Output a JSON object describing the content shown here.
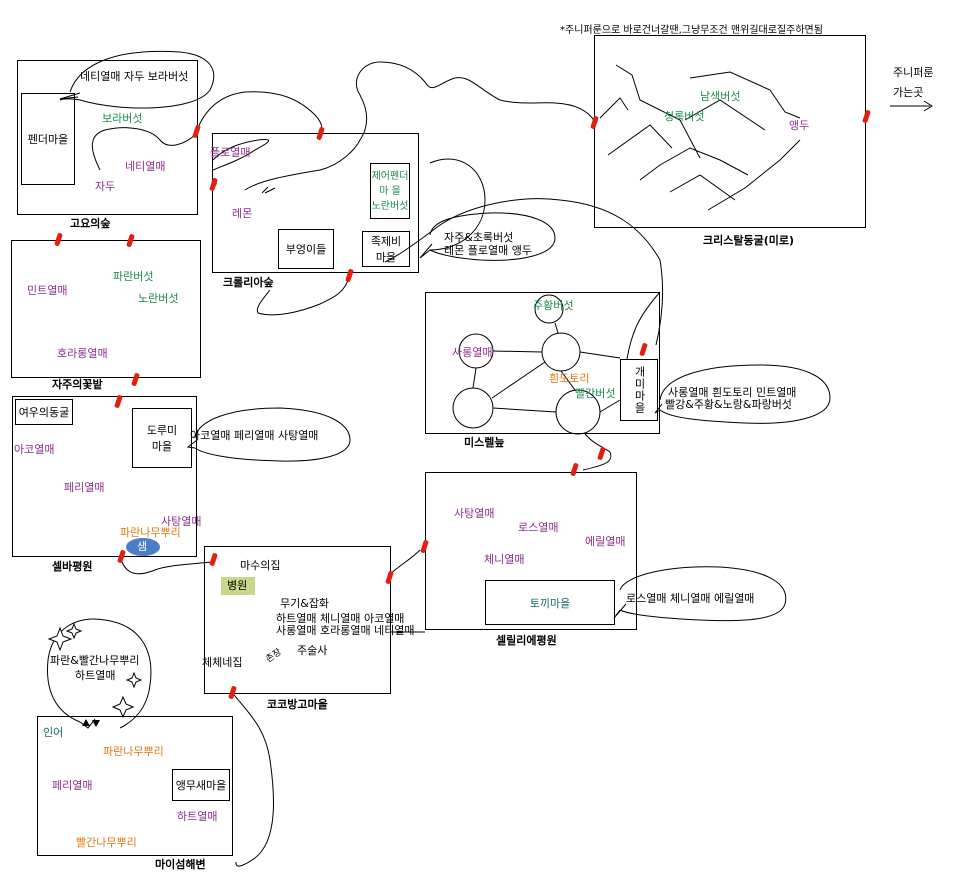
{
  "header_note": "*주니퍼룬으로 바로건너갈땐,그냥무조건 맨위길대로질주하면됨",
  "exit": {
    "line1": "주니퍼룬",
    "line2": "가는곳"
  },
  "regions": {
    "goyo": {
      "title": "고요의숲",
      "box": "펜더마을",
      "labels": [
        "보라버섯",
        "네티열매",
        "자두"
      ],
      "bubble": "네티열매 자두 보라버섯"
    },
    "krolia": {
      "title": "크롤리아숲",
      "boxes": [
        "부엉이들",
        "족제비\n마을",
        "제어펜더\n마 을\n노란버섯"
      ],
      "labels": [
        "플로열매",
        "레몬"
      ],
      "bubble1": "자주&초록버섯",
      "bubble2": "레몬 플로열매 앵두"
    },
    "crystal": {
      "title": "크리스탈동굴(미로)",
      "labels": [
        "남색버섯",
        "청록버섯",
        "앵두"
      ]
    },
    "jaju": {
      "title": "자주의꽃밭",
      "labels": [
        "파란버섯",
        "노란버섯",
        "민트열매",
        "호라롱열매"
      ]
    },
    "misrel": {
      "title": "미스렐늪",
      "labels": [
        "주황버섯",
        "사롱열매",
        "흰도토리",
        "빨간버섯"
      ],
      "box": "개미마을",
      "bubble1": "사롱열매 흰도토리 민트열매",
      "bubble2": "빨강&주황&노랑&파랑버섯"
    },
    "selba": {
      "title": "셀바평원",
      "box1": "여우의동굴",
      "box2": "도루미\n마을",
      "labels": [
        "아코열매",
        "페리열매",
        "사탕열매",
        "파란나무뿌리"
      ],
      "spring": "샘",
      "bubble": "아코열매 페리열매 사탕열매"
    },
    "cocobang": {
      "title": "코코방고마을",
      "labels": [
        "마수의집",
        "병원",
        "무기&잡화",
        "하트열매 체니열매 아코열매",
        "사롱열매 호라롱열매 네티열매",
        "체체네집",
        "주술사",
        "촌장"
      ]
    },
    "seleri": {
      "title": "셀릴리에평원",
      "labels": [
        "사탕열매",
        "로스열매",
        "에릴열매",
        "체니열매"
      ],
      "box": "토끼마을",
      "bubble": "로스열매 체니열매 에릴열매"
    },
    "maisum": {
      "title": "마이섬해변",
      "labels": [
        "인어",
        "파란나무뿌리",
        "페리열매",
        "하트열매",
        "빨간나무뿌리"
      ],
      "box": "앵무새마을",
      "bubble1": "파란&빨간나무뿌리",
      "bubble2": "하트열매"
    }
  },
  "colors": {
    "purple": "#8b2c8e",
    "green": "#1a8a4a",
    "orange": "#e07a10",
    "door": "#e02010",
    "hospital": "#c6d98a",
    "spring": "#4a7fc8"
  }
}
